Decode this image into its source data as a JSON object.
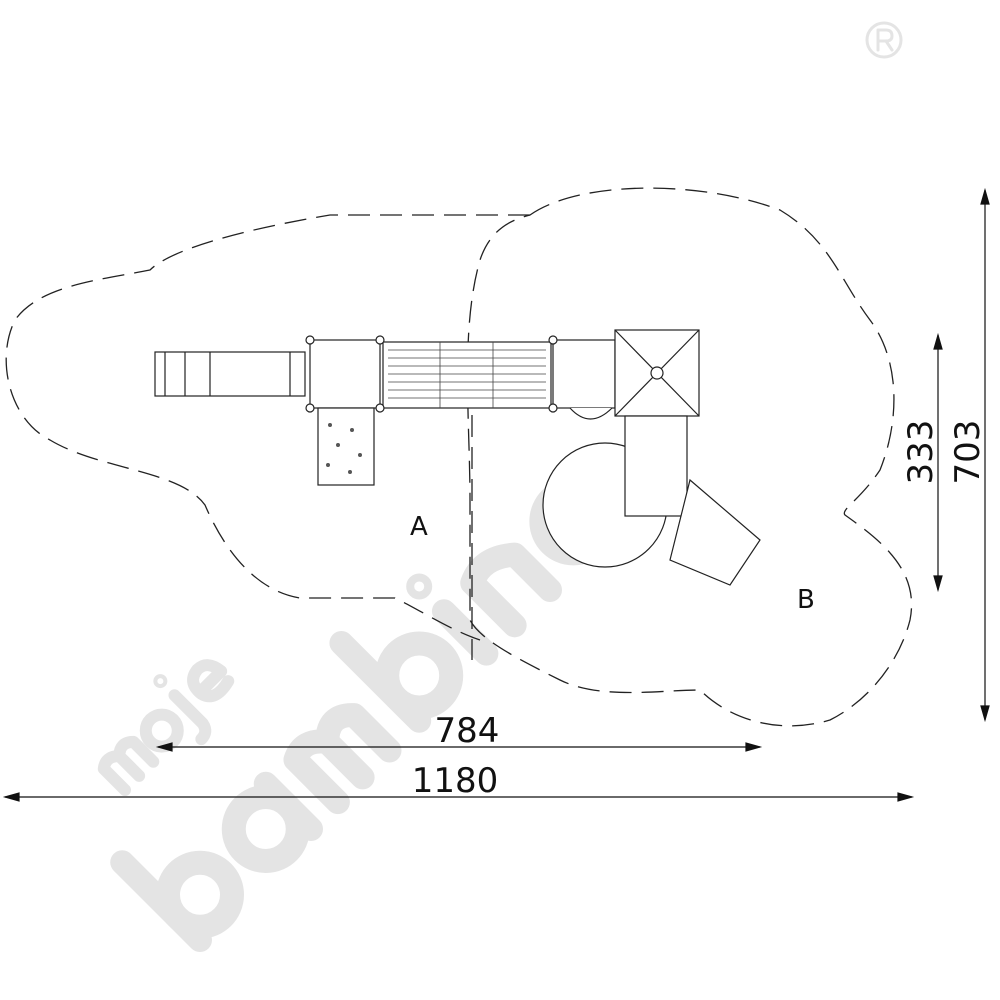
{
  "watermark": {
    "brand": "moje bambino",
    "line1": "moje",
    "line2": "bambino",
    "registered": "®",
    "color": "#e4e4e4"
  },
  "zones": {
    "a": "A",
    "b": "B"
  },
  "dimensions": {
    "inner_width": "784",
    "total_width": "1180",
    "inner_height": "333",
    "total_height": "703"
  }
}
